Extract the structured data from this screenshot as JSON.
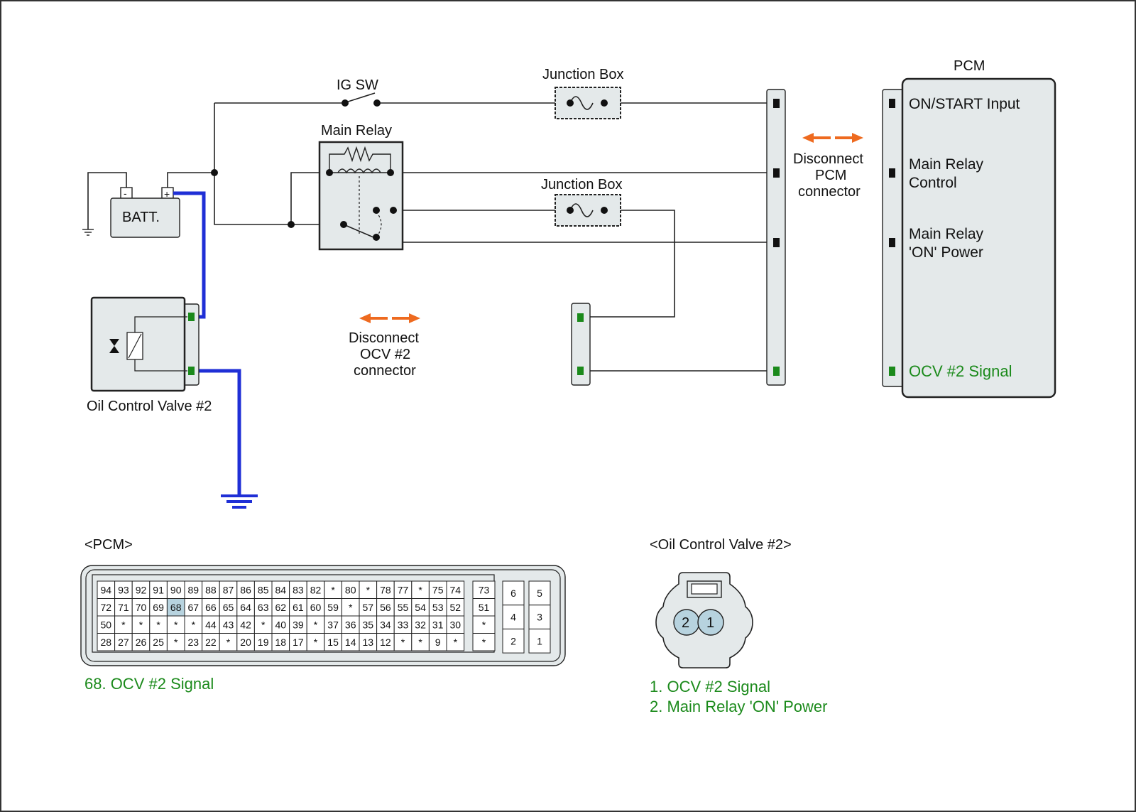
{
  "diagram": {
    "labels": {
      "ig_sw": "IG SW",
      "junction_box_1": "Junction Box",
      "junction_box_2": "Junction Box",
      "main_relay": "Main Relay",
      "batt": "BATT.",
      "batt_minus": "-",
      "batt_plus": "+",
      "pcm_title": "PCM",
      "disconnect_pcm_1": "Disconnect",
      "disconnect_pcm_2": "PCM",
      "disconnect_pcm_3": "connector",
      "disconnect_ocv_1": "Disconnect",
      "disconnect_ocv_2": "OCV #2",
      "disconnect_ocv_3": "connector",
      "ocv_label": "Oil Control Valve #2"
    },
    "pcm_pins": {
      "on_start": "ON/START Input",
      "main_relay_control_1": "Main Relay",
      "main_relay_control_2": "Control",
      "main_relay_power_1": "Main Relay",
      "main_relay_power_2": "'ON' Power",
      "ocv_signal": "OCV #2 Signal"
    },
    "colors": {
      "wire": "#222222",
      "highlight_wire": "#1f2fd6",
      "connector_fill": "#e4e9ea",
      "arrow": "#ee6a1f",
      "pin_green": "#1b8a1b",
      "highlight_cell": "#b7d3df"
    }
  },
  "pcm_connector": {
    "title": "<PCM>",
    "rows": [
      [
        "94",
        "93",
        "92",
        "91",
        "90",
        "89",
        "88",
        "87",
        "86",
        "85",
        "84",
        "83",
        "82",
        "*",
        "80",
        "*",
        "78",
        "77",
        "*",
        "75",
        "74"
      ],
      [
        "72",
        "71",
        "70",
        "69",
        "68",
        "67",
        "66",
        "65",
        "64",
        "63",
        "62",
        "61",
        "60",
        "59",
        "*",
        "57",
        "56",
        "55",
        "54",
        "53",
        "52"
      ],
      [
        "50",
        "*",
        "*",
        "*",
        "*",
        "*",
        "44",
        "43",
        "42",
        "*",
        "40",
        "39",
        "*",
        "37",
        "36",
        "35",
        "34",
        "33",
        "32",
        "31",
        "30"
      ],
      [
        "28",
        "27",
        "26",
        "25",
        "*",
        "23",
        "22",
        "*",
        "20",
        "19",
        "18",
        "17",
        "*",
        "15",
        "14",
        "13",
        "12",
        "*",
        "*",
        "9",
        "*"
      ]
    ],
    "side_col": [
      "73",
      "51",
      "*",
      "*"
    ],
    "block_left": [
      "6",
      "4",
      "2"
    ],
    "block_right": [
      "5",
      "3",
      "1"
    ],
    "highlight_pin": "68",
    "legend": "68. OCV #2 Signal"
  },
  "ocv_connector": {
    "title": "<Oil Control Valve #2>",
    "pin_left": "2",
    "pin_right": "1",
    "legend": [
      "1. OCV #2 Signal",
      "2. Main Relay 'ON' Power"
    ]
  }
}
